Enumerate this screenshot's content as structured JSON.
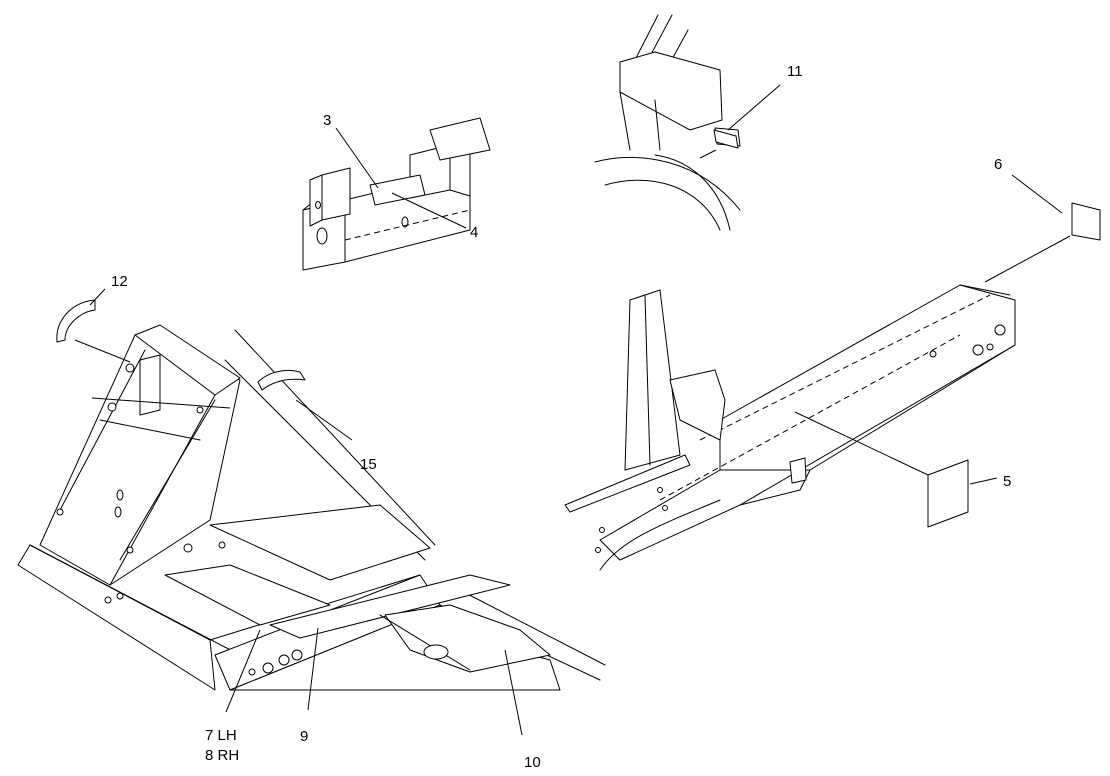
{
  "callouts": {
    "c3": "3",
    "c4": "4",
    "c5": "5",
    "c6": "6",
    "c7": "7 LH",
    "c8": "8 RH",
    "c9": "9",
    "c10": "10",
    "c11": "11",
    "c12": "12",
    "c15": "15"
  }
}
